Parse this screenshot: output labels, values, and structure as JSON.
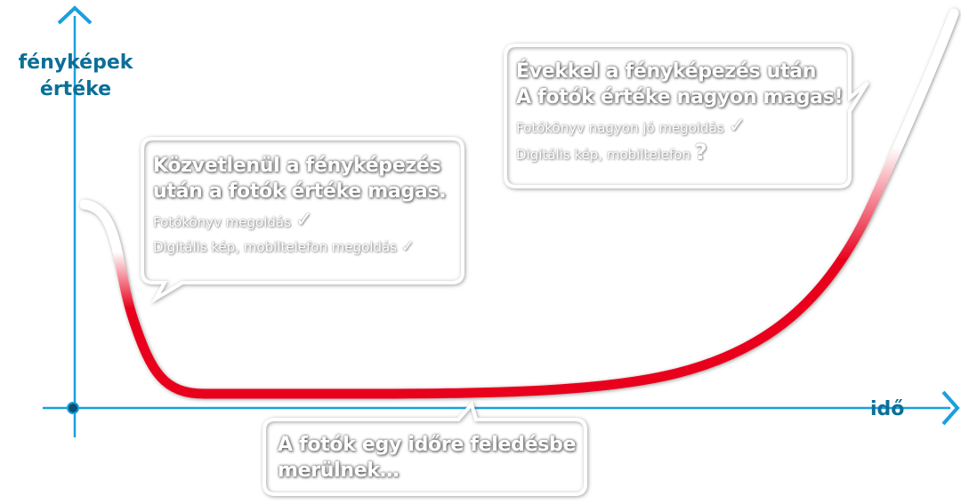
{
  "axes": {
    "y_label_line1": "fényképek",
    "y_label_line2": "értéke",
    "x_label": "idő",
    "axis_color": "#1a9fe0",
    "label_color": "#0b6f98",
    "curve_color": "#e8001c"
  },
  "bubbles": [
    {
      "title_line1": "Közvetlenül a fényképezés",
      "title_line2": "után a fotók értéke magas.",
      "line1": "Fotókönyv megoldás",
      "mark1": "✓",
      "line2": "Digitális kép, mobiltelefon megoldás",
      "mark2": "✓"
    },
    {
      "title_line1": "Évekkel a fényképezés után",
      "title_line2": "A fotók értéke nagyon magas!",
      "line1": "Fotókönyv nagyon jó megoldás",
      "mark1": "✓",
      "line2": "Digitális kép, mobiltelefon",
      "mark2": "?"
    },
    {
      "title_line1": "A fotók egy időre feledésbe",
      "title_line2": "merülnek…"
    }
  ]
}
